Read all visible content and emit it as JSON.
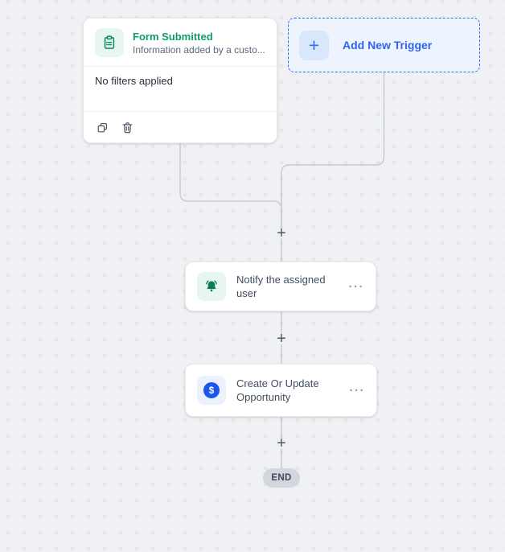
{
  "colors": {
    "accent_green": "#0e9c6b",
    "icon_green": "#0c7a55",
    "accent_blue": "#2f63f0",
    "dollar_blue": "#1d56ec",
    "wire_gray": "#c7cbd2",
    "end_gray": "#d2d6dd"
  },
  "glyphs": {
    "plus": "+",
    "ellipsis": "···",
    "dollar": "$"
  },
  "trigger_card": {
    "title": "Form Submitted",
    "subtitle": "Information added by a custo...",
    "filters_status": "No filters applied"
  },
  "add_trigger": {
    "label": "Add New Trigger"
  },
  "actions": [
    {
      "title": "Notify the assigned user"
    },
    {
      "title": "Create Or Update Opportunity"
    }
  ],
  "end": {
    "label": "END"
  }
}
